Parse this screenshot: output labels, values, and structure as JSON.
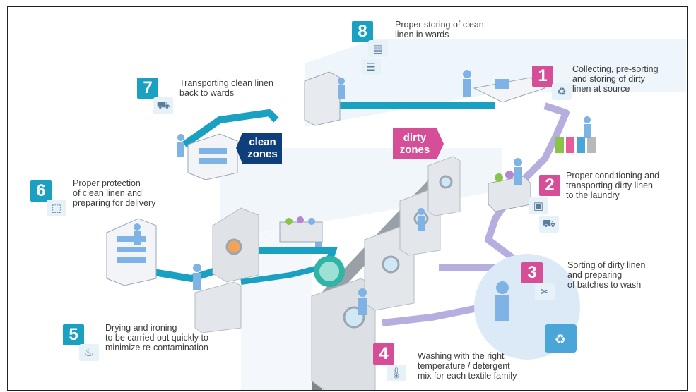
{
  "zones": {
    "clean": "clean\nzones",
    "dirty": "dirty\nzones"
  },
  "colors": {
    "clean_zone": "#0e3f7a",
    "dirty_zone": "#d64e97",
    "clean_path": "#1aa0c0",
    "dirty_path": "#b7aee0",
    "step_clean": "#1aa0c0",
    "step_dirty": "#d64e97"
  },
  "steps": [
    {
      "number": "1",
      "text": "Collecting, pre-sorting\nand storing of dirty\nlinen at source",
      "icon": "recycle-icon"
    },
    {
      "number": "2",
      "text": "Proper conditioning and\ntransporting dirty linen\nto the laundry",
      "icon": "box-and-trolley-icon"
    },
    {
      "number": "3",
      "text": "Sorting of dirty linen\nand preparing\nof batches to wash",
      "icon": "scissors-icon"
    },
    {
      "number": "4",
      "text": "Washing with the right\ntemperature / detergent\nmix for each textile family",
      "icon": "thermometer-icon"
    },
    {
      "number": "5",
      "text": "Drying and ironing\nto be carried out quickly to\nminimize re-contamination",
      "icon": "heat-icon"
    },
    {
      "number": "6",
      "text": "Proper protection\nof clean linen and\npreparing for delivery",
      "icon": "package-icon"
    },
    {
      "number": "7",
      "text": "Transporting clean linen\nback to wards",
      "icon": "cart-icon"
    },
    {
      "number": "8",
      "text": "Proper storing of clean\nlinen in wards",
      "icon": "shelf-icon"
    }
  ]
}
